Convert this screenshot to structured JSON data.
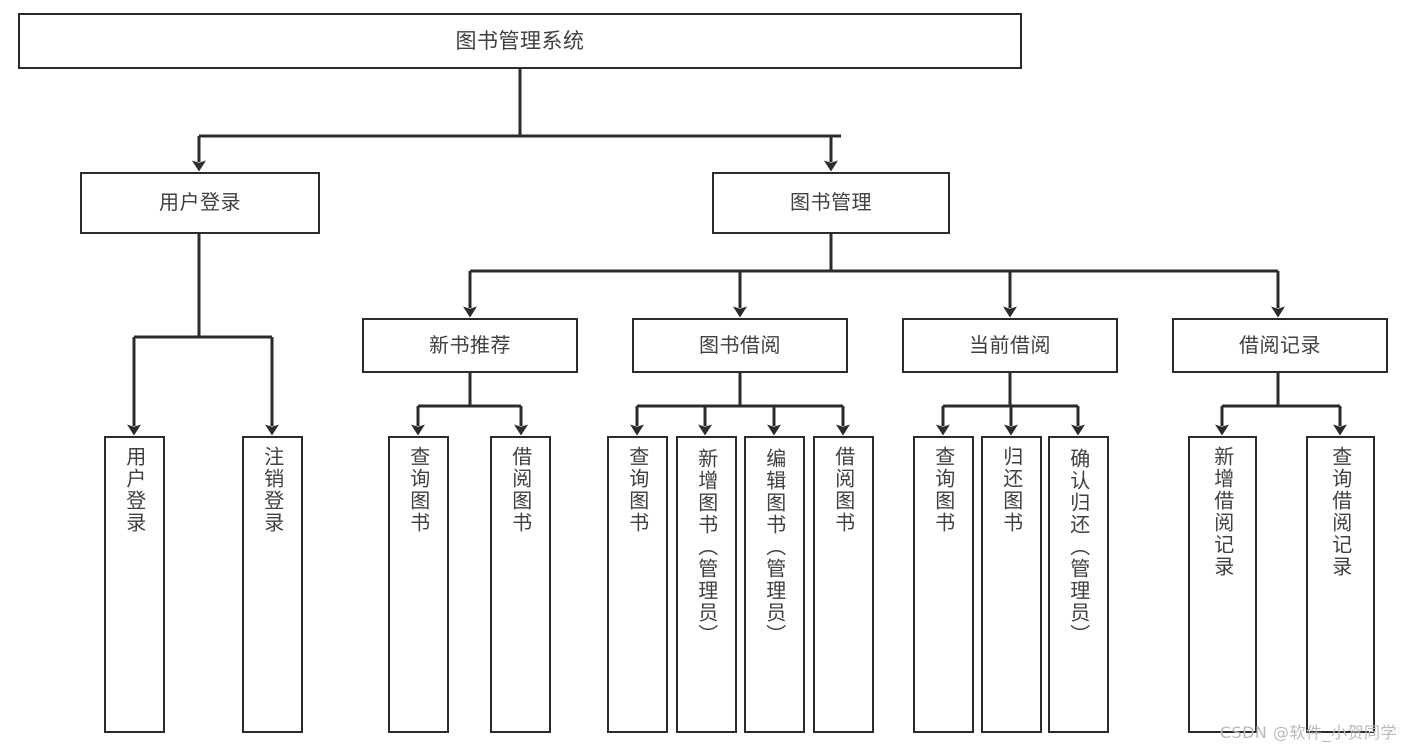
{
  "diagram": {
    "title": "图书管理系统",
    "type": "tree",
    "colors": {
      "background": "#ffffff",
      "box_border": "#2b2b2b",
      "box_fill": "#ffffff",
      "text": "#41403f",
      "connector": "#2b2b2b",
      "watermark": "#b9b9b9"
    },
    "root": {
      "label": "图书管理系统"
    },
    "level1": [
      {
        "label": "用户登录"
      },
      {
        "label": "图书管理"
      }
    ],
    "level2": [
      {
        "label": "新书推荐"
      },
      {
        "label": "图书借阅"
      },
      {
        "label": "当前借阅"
      },
      {
        "label": "借阅记录"
      }
    ],
    "leaves": {
      "user_login": [
        {
          "label": "用户登录"
        },
        {
          "label": "注销登录"
        }
      ],
      "new_book_recommend": [
        {
          "label": "查询图书"
        },
        {
          "label": "借阅图书"
        }
      ],
      "book_borrow": [
        {
          "label": "查询图书"
        },
        {
          "label": "新增图书（管理员）"
        },
        {
          "label": "编辑图书（管理员）"
        },
        {
          "label": "借阅图书"
        }
      ],
      "current_borrow": [
        {
          "label": "查询图书"
        },
        {
          "label": "归还图书"
        },
        {
          "label": "确认归还（管理员）"
        }
      ],
      "borrow_record": [
        {
          "label": "新增借阅记录"
        },
        {
          "label": "查询借阅记录"
        }
      ]
    }
  },
  "watermark": {
    "text": "CSDN @软件_小贺同学"
  }
}
